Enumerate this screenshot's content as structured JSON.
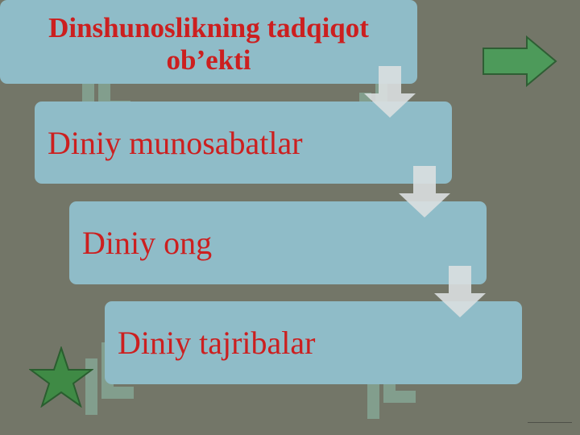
{
  "colors": {
    "background": "#737668",
    "box": "#8fbcc8",
    "text": "#cc1f1f",
    "arrow": "#dadfe0",
    "nav_arrow": "#4d9a5a",
    "star": "#3f8a45",
    "watermark": "#9fe8d2"
  },
  "diagram": {
    "title": {
      "line1": "Dinshunoslikning tadqiqot",
      "line2": "ob’ekti"
    },
    "steps": [
      {
        "label": "Diniy munosabatlar"
      },
      {
        "label": "Diniy ong"
      },
      {
        "label": "Diniy tajribalar"
      }
    ]
  },
  "decorations": {
    "nav_icon": "right-arrow-icon",
    "star_icon": "star-icon",
    "step_arrow_icon": "down-arrow-icon",
    "watermark_text": "soft"
  }
}
